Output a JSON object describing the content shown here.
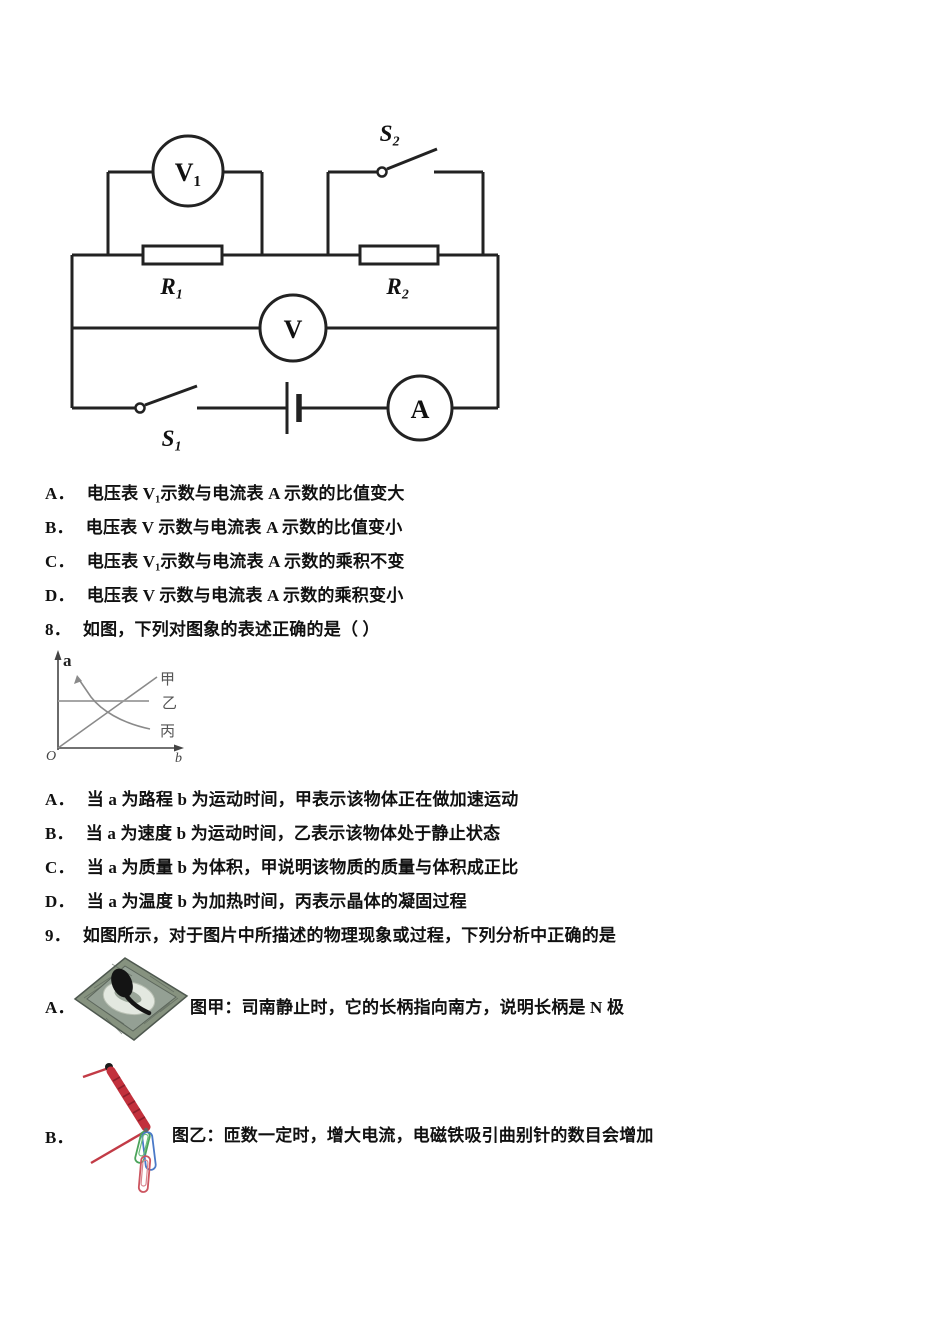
{
  "page": {
    "background": "#ffffff",
    "text_color": "#111111"
  },
  "circuit": {
    "description": "series circuit: R1 with voltmeter V1 in parallel, R2 with switch S2 in parallel, voltmeter V across middle, battery with switch S1 and ammeter A in bottom loop",
    "labels": {
      "v1": "V₁",
      "v": "V",
      "a": "A",
      "r1": "R₁",
      "r2": "R₂",
      "s1": "S₁",
      "s2": "S₂"
    },
    "line_color": "#222222"
  },
  "q7": {
    "options": [
      {
        "label": "A．",
        "text": "电压表 V₁示数与电流表 A 示数的比值变大"
      },
      {
        "label": "B．",
        "text": "电压表 V 示数与电流表 A 示数的比值变小"
      },
      {
        "label": "C．",
        "text": "电压表 V₁示数与电流表 A 示数的乘积不变"
      },
      {
        "label": "D．",
        "text": "电压表 V 示数与电流表 A 示数的乘积变小"
      }
    ]
  },
  "q8": {
    "number": "8．",
    "stem": "如图，下列对图象的表述正确的是（  ）",
    "options": [
      {
        "label": "A．",
        "text": "当 a 为路程 b 为运动时间，甲表示该物体正在做加速运动"
      },
      {
        "label": "B．",
        "text": "当 a 为速度 b 为运动时间，乙表示该物体处于静止状态"
      },
      {
        "label": "C．",
        "text": "当 a 为质量 b 为体积，甲说明该物质的质量与体积成正比"
      },
      {
        "label": "D．",
        "text": "当 a 为温度 b 为加热时间，丙表示晶体的凝固过程"
      }
    ]
  },
  "graph": {
    "type": "line",
    "ylabel": "a",
    "xlabel": "b",
    "origin": "O",
    "curves": [
      {
        "name": "甲",
        "shape": "straight line rising from origin"
      },
      {
        "name": "乙",
        "shape": "horizontal line"
      },
      {
        "name": "丙",
        "shape": "falling curve flattening to the right"
      }
    ],
    "line_color": "#8a8a8a",
    "axis_color": "#444444"
  },
  "q9": {
    "number": "9．",
    "stem": "如图所示，对于图片中所描述的物理现象或过程，下列分析中正确的是",
    "options": [
      {
        "label": "A．",
        "image": "sinan-compass-photo",
        "caption": "图甲：司南静止时，它的长柄指向南方，说明长柄是 N 极"
      },
      {
        "label": "B．",
        "image": "electromagnet-paperclips-photo",
        "caption": "图乙：匝数一定时，增大电流，电磁铁吸引曲别针的数目会增加"
      }
    ]
  },
  "colors": {
    "coil_red": "#c2303c",
    "wire_red": "#c23b46",
    "clip_green": "#4aa35a",
    "clip_blue": "#4a79c8",
    "clip_red": "#cc5560",
    "plate_gray_green": "#86927f",
    "spoon_black": "#141414"
  }
}
